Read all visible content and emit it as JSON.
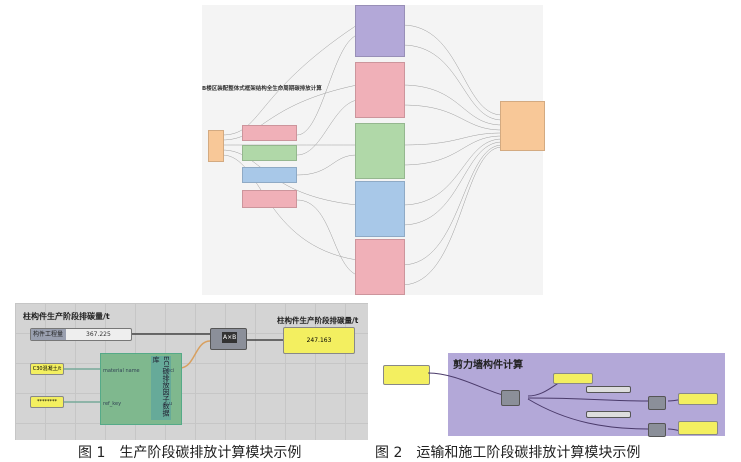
{
  "figure_top": {
    "title": "B楼区装配整体式框架结构全生命周期碳排放计算"
  },
  "figure1": {
    "group_title": "柱构件生产阶段排碳量/t",
    "output_title": "柱构件生产阶段排碳量/t",
    "slider_label": "构件工程量",
    "slider_value": "367.225",
    "panel_material": "C30混凝土/t",
    "panel_second": "********",
    "cluster_name": "ECI碳排放因子数据库",
    "cluster_input1": "material name",
    "cluster_input2": "ref_key",
    "cluster_output1": "eci",
    "cluster_output2": "u",
    "multiply_label": "A×B",
    "output_value": "247.163",
    "caption": "图 1　生产阶段碳排放计算模块示例"
  },
  "figure2": {
    "group_title": "剪力墙构件计算",
    "caption": "图 2　运输和施工阶段碳排放计算模块示例"
  },
  "colors": {
    "canvas": "#c8c8c8",
    "purple": "#b3a8d8",
    "pink": "#f0b0b8",
    "green": "#b0d8a8",
    "blue": "#a8c8e8",
    "orange": "#f8c898",
    "yellow": "#f3ef60",
    "cluster": "#7fb88e"
  }
}
